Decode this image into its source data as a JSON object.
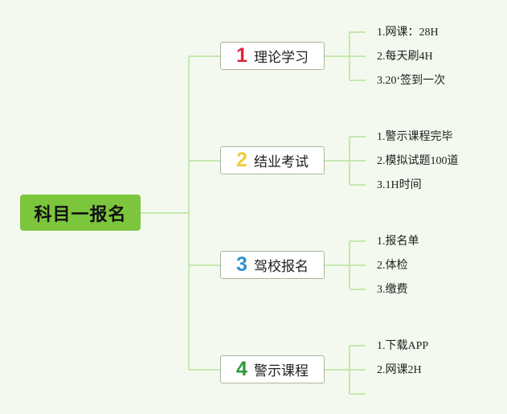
{
  "root": {
    "label": "科目一报名"
  },
  "branches": [
    {
      "number": "1",
      "label": "理论学习",
      "color": "#e0253a",
      "items": [
        "1.网课：28H",
        "2.每天刷4H",
        "3.20‘签到一次"
      ]
    },
    {
      "number": "2",
      "label": "结业考试",
      "color": "#f0cc3c",
      "items": [
        "1.警示课程完毕",
        "2.模拟试题100道",
        "3.1H时间"
      ]
    },
    {
      "number": "3",
      "label": "驾校报名",
      "color": "#2f8fd0",
      "items": [
        "1.报名单",
        "2.体检",
        "3.缴费"
      ]
    },
    {
      "number": "4",
      "label": "警示课程",
      "color": "#2c9a3b",
      "items": [
        "1.下载APP",
        "2.网课2H",
        ""
      ]
    }
  ],
  "colors": {
    "connector": "#b8e29a",
    "root_fill": "#7cc63d"
  }
}
